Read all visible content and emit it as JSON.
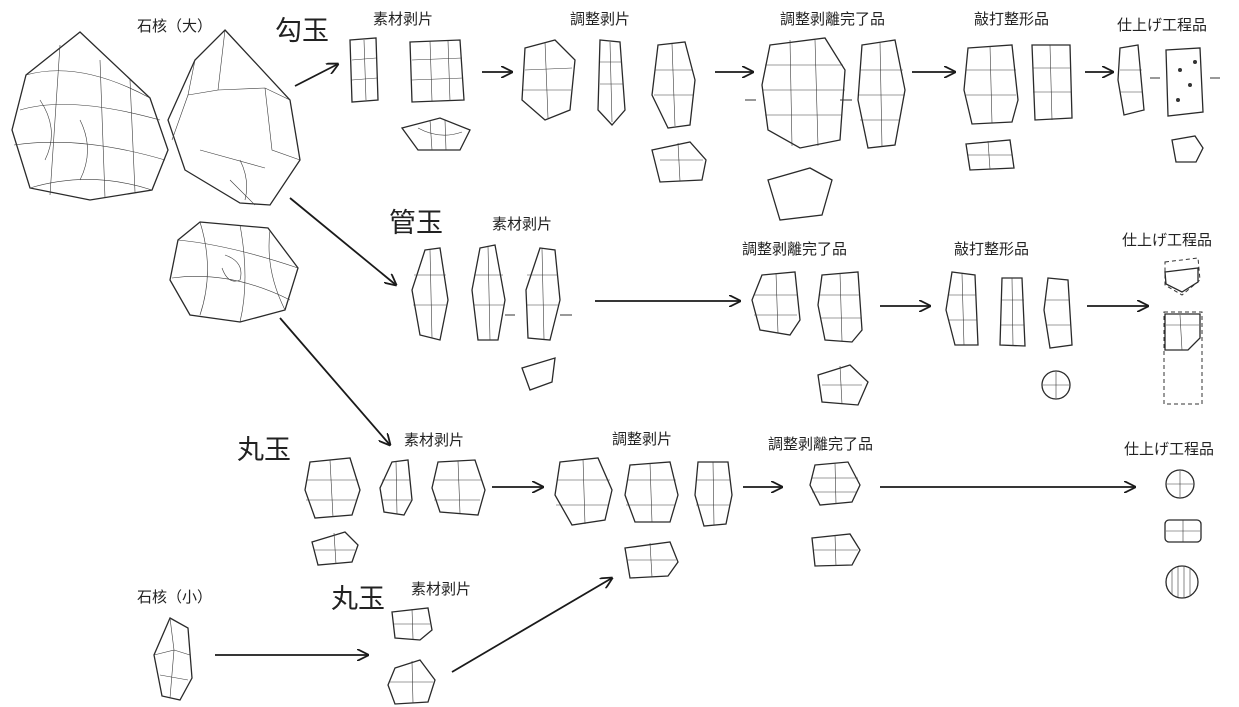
{
  "labels": {
    "core_large": "石核（大）",
    "core_small": "石核（小）",
    "magatama": "勾玉",
    "kudatama": "管玉",
    "marutama_1": "丸玉",
    "marutama_2": "丸玉",
    "row1": [
      "素材剥片",
      "調整剥片",
      "調整剥離完了品",
      "敲打整形品",
      "仕上げ工程品"
    ],
    "row2": [
      "素材剥片",
      "調整剥離完了品",
      "敲打整形品",
      "仕上げ工程品"
    ],
    "row3": [
      "素材剥片",
      "調整剥片",
      "調整剥離完了品",
      "仕上げ工程品"
    ],
    "row4": [
      "素材剥片"
    ]
  }
}
